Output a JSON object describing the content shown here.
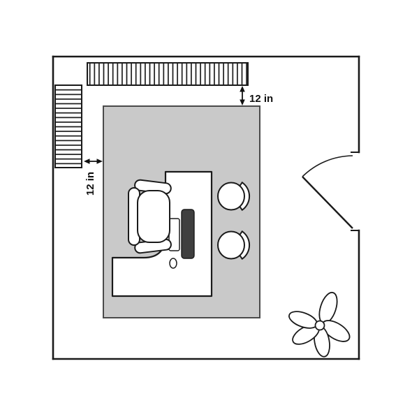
{
  "diagram": {
    "type": "floor-plan",
    "annotations": {
      "top_clearance": {
        "label": "12 in"
      },
      "left_clearance": {
        "label": "12 in"
      }
    },
    "colors": {
      "wall_line": "#1a1a1a",
      "rug_fill": "#c9c9c9",
      "rug_border": "#4a4a4a",
      "monitor_fill": "#3f3f3f",
      "background": "#ffffff"
    },
    "elements": {
      "room": "room-outline",
      "shelf_top": "wall-shelf-top",
      "shelf_left": "wall-shelf-left",
      "rug": "area-rug",
      "desk": "l-shaped-desk",
      "office_chair": "office-chair",
      "guest_chairs": [
        "guest-chair-top",
        "guest-chair-bottom"
      ],
      "desk_items": [
        "monitor",
        "keyboard",
        "mouse"
      ],
      "door": "door-swing",
      "plant": "potted-plant"
    }
  }
}
